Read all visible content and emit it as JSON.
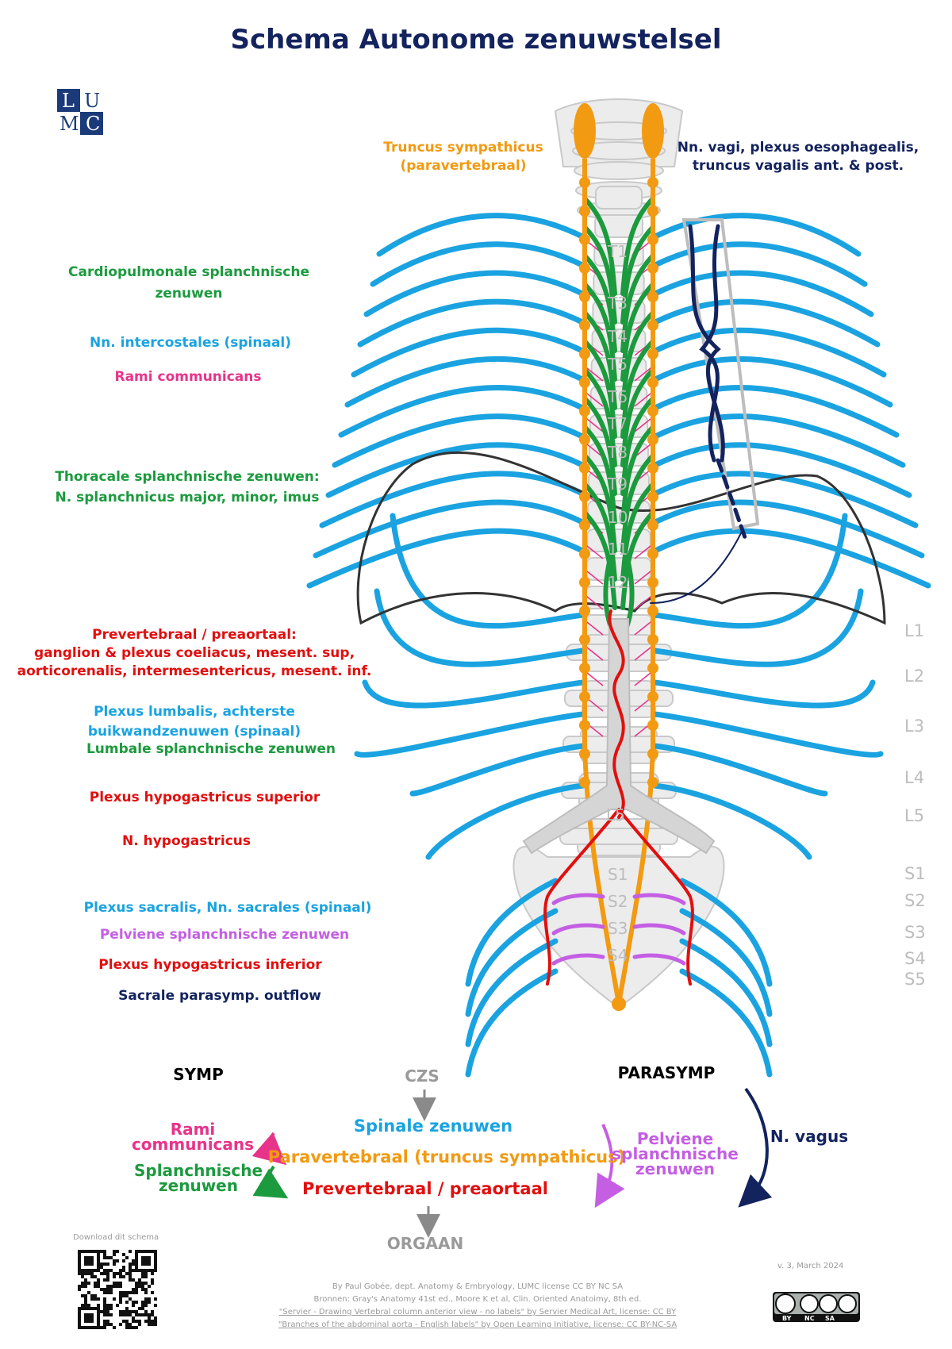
{
  "title": "Schema Autonome zenuwstelsel",
  "logo": {
    "letters": [
      "L",
      "U",
      "M",
      "C"
    ]
  },
  "labels": {
    "truncus": [
      "Truncus sympathicus",
      "(paravertebraal)"
    ],
    "vagi": [
      "Nn. vagi, plexus oesophagealis,",
      "truncus vagalis ant. & post."
    ],
    "cardio": [
      "Cardiopulmonale splanchnische",
      "zenuwen"
    ],
    "intercostales": "Nn. intercostales (spinaal)",
    "rami": "Rami communicans",
    "thoracale": [
      "Thoracale splanchnische zenuwen:",
      "N. splanchnicus major, minor, imus"
    ],
    "prevert": [
      "Prevertebraal / preaortaal:",
      "ganglion & plexus coeliacus, mesent. sup,",
      "aorticorenalis, intermesentericus, mesent. inf."
    ],
    "lumbalis": [
      "Plexus lumbalis, achterste",
      "buikwandzenuwen (spinaal)"
    ],
    "lumbale_splanch": "Lumbale splanchnische zenuwen",
    "hyposup": "Plexus hypogastricus superior",
    "nhypo": "N. hypogastricus",
    "sacralis": "Plexus sacralis, Nn. sacrales (spinaal)",
    "pelviene": "Pelviene splanchnische zenuwen",
    "hypoinf": "Plexus hypogastricus inferior",
    "sacrale_out": "Sacrale parasymp. outflow"
  },
  "thoracic_labels": [
    "T1",
    "T3",
    "T4",
    "T5",
    "T6",
    "T7",
    "T8",
    "T9",
    "10",
    "11",
    "12"
  ],
  "lumbar_labels": [
    "L1",
    "L2",
    "L3",
    "L4",
    "L5"
  ],
  "sacral_labels": [
    "S1",
    "S2",
    "S3",
    "S4",
    "S5"
  ],
  "inner_sacral_labels": [
    "S1",
    "S2",
    "S3",
    "S4"
  ],
  "inner_lumbar_label": "L5",
  "legend": {
    "symp": "SYMP",
    "czs": "CZS",
    "parasymp": "PARASYMP",
    "rami": [
      "Rami",
      "communicans"
    ],
    "splanch": [
      "Splanchnische",
      "zenuwen"
    ],
    "spinale": "Spinale zenuwen",
    "paravert": "Paravertebraal (truncus sympathicus)",
    "prevert": "Prevertebraal / preaortaal",
    "pelviene": [
      "Pelviene",
      "splanchnische",
      "zenuwen"
    ],
    "vagus": "N. vagus",
    "orgaan": "ORGAAN"
  },
  "footer": {
    "download": "Download dit schema",
    "version": "v. 3, March 2024",
    "credit1": "By Paul Gobée, dept. Anatomy & Embryology, LUMC license CC BY NC SA",
    "credit2": "Bronnen: Gray's Anatomy 41st ed., Moore K et al, Clin. Oriented Anatoimy, 8th ed.",
    "credit3": "\"Servier - Drawing Vertebral column anterior view - no labels\" by Servier Medical Art, license: CC BY",
    "credit4": "\"Branches of the abdominal aorta - English labels\" by Open Learning Initiative, license: CC BY-NC-SA",
    "cc": [
      "BY",
      "NC",
      "SA"
    ]
  }
}
